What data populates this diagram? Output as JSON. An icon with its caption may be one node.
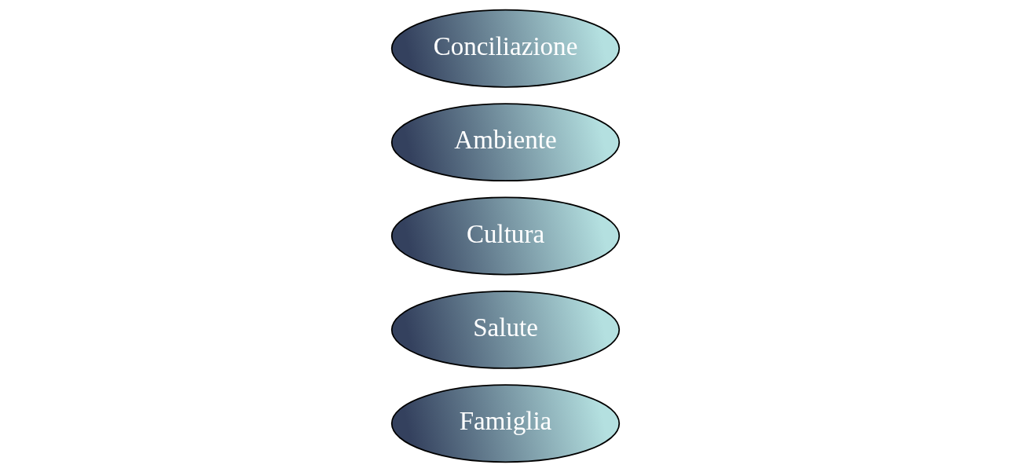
{
  "diagram": {
    "nodes": [
      {
        "text": [
          "Famiglia"
        ]
      },
      {
        "text": [
          "Salute"
        ]
      },
      {
        "text": [
          "Cultura"
        ]
      },
      {
        "text": [
          "Ambiente"
        ]
      },
      {
        "text": [
          "Conciliazione"
        ]
      }
    ]
  }
}
